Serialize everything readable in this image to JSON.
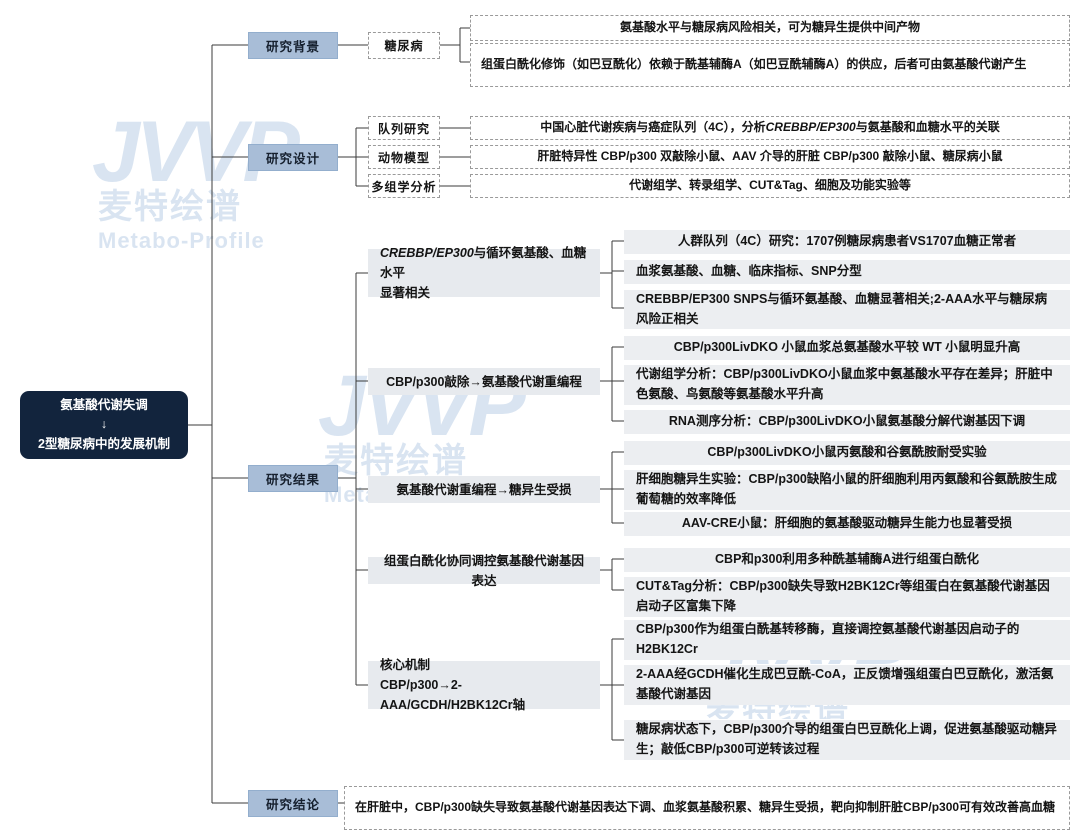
{
  "watermark": {
    "logo": "JVVP",
    "cn": "麦特绘谱",
    "en": "Metabo-Profile"
  },
  "colors": {
    "root_bg": "#12243d",
    "level1_bg": "#a8bdd7",
    "leaf_grey_bg": "#eceef1",
    "category_grey_bg": "#e7eaee",
    "line": "#3b3b3b",
    "watermark": "#cddced"
  },
  "root": {
    "line1": "氨基酸代谢失调",
    "arrow": "↓",
    "line2": "2型糖尿病中的发展机制"
  },
  "branches": [
    {
      "id": "background",
      "label": "研究背景"
    },
    {
      "id": "design",
      "label": "研究设计"
    },
    {
      "id": "results",
      "label": "研究结果"
    },
    {
      "id": "conclusion",
      "label": "研究结论"
    }
  ],
  "background": {
    "chip": "糖尿病",
    "items": [
      "氨基酸水平与糖尿病风险相关，可为糖异生提供中间产物",
      "组蛋白酰化修饰（如巴豆酰化）依赖于酰基辅酶A（如巴豆酰辅酶A）的供应，后者可由氨基酸代谢产生"
    ]
  },
  "design": {
    "rows": [
      {
        "chip": "队列研究",
        "text": "中国心脏代谢疾病与癌症队列（4C），分析CREBBP/EP300与氨基酸和血糖水平的关联"
      },
      {
        "chip": "动物模型",
        "text": "肝脏特异性 CBP/p300 双敲除小鼠、AAV 介导的肝脏 CBP/p300 敲除小鼠、糖尿病小鼠"
      },
      {
        "chip": "多组学分析",
        "text": "代谢组学、转录组学、CUT&Tag、细胞及功能实验等"
      }
    ]
  },
  "results": {
    "groups": [
      {
        "title": "CREBBP/EP300与循环氨基酸、血糖水平\n显著相关",
        "title_italic_prefix": "CREBBP/EP300",
        "items": [
          "人群队列（4C）研究：1707例糖尿病患者VS1707血糖正常者",
          "血浆氨基酸、血糖、临床指标、SNP分型",
          "CREBBP/EP300 SNPS与循环氨基酸、血糖显著相关;2-AAA水平与糖尿病风险正相关"
        ]
      },
      {
        "title": "CBP/p300敲除→氨基酸代谢重编程",
        "items": [
          "CBP/p300LivDKO 小鼠血浆总氨基酸水平较 WT 小鼠明显升高",
          "代谢组学分析：CBP/p300LivDKO小鼠血浆中氨基酸水平存在差异；肝脏中色氨酸、鸟氨酸等氨基酸水平升高",
          "RNA测序分析：CBP/p300LivDKO小鼠氨基酸分解代谢基因下调"
        ]
      },
      {
        "title": "氨基酸代谢重编程→糖异生受损",
        "items": [
          "CBP/p300LivDKO小鼠丙氨酸和谷氨酰胺耐受实验",
          "肝细胞糖异生实验：CBP/p300缺陷小鼠的肝细胞利用丙氨酸和谷氨酰胺生成葡萄糖的效率降低",
          "AAV-CRE小鼠：肝细胞的氨基酸驱动糖异生能力也显著受损"
        ]
      },
      {
        "title": "组蛋白酰化协同调控氨基酸代谢基因表达",
        "items": [
          "CBP和p300利用多种酰基辅酶A进行组蛋白酰化",
          "CUT&Tag分析：CBP/p300缺失导致H2BK12Cr等组蛋白在氨基酸代谢基因启动子区富集下降"
        ]
      },
      {
        "title": "核心机制\nCBP/p300→2-AAA/GCDH/H2BK12Cr轴",
        "items": [
          "CBP/p300作为组蛋白酰基转移酶，直接调控氨基酸代谢基因启动子的H2BK12Cr",
          "2-AAA经GCDH催化生成巴豆酰-CoA，正反馈增强组蛋白巴豆酰化，激活氨基酸代谢基因",
          "糖尿病状态下，CBP/p300介导的组蛋白巴豆酰化上调，促进氨基酸驱动糖异生；敲低CBP/p300可逆转该过程"
        ]
      }
    ]
  },
  "conclusion": {
    "text": "在肝脏中，CBP/p300缺失导致氨基酸代谢基因表达下调、血浆氨基酸积累、糖异生受损，靶向抑制肝脏CBP/p300可有效改善高血糖"
  }
}
